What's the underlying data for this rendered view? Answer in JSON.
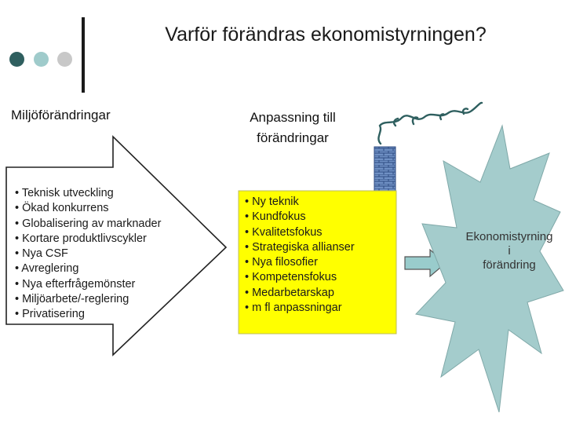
{
  "title": "Varför förändras ekonomistyrningen?",
  "colors": {
    "dot1": "#2f5f5f",
    "dot2": "#9fcbcb",
    "dot3": "#c8c8c8",
    "box_fill": "#ffff00",
    "burst_fill": "#a4cccc",
    "arrow_fill": "#99cccc",
    "chimney": "#5a7db5"
  },
  "left": {
    "heading": "Miljöförändringar",
    "items": [
      "• Teknisk utveckling",
      "• Ökad konkurrens",
      "• Globalisering av marknader",
      "• Kortare produktlivscykler",
      "• Nya CSF",
      "• Avreglering",
      "• Nya efterfrågemönster",
      "• Miljöarbete/-reglering",
      "• Privatisering"
    ]
  },
  "middle": {
    "heading_line1": "Anpassning till",
    "heading_line2": "förändringar",
    "items": [
      "• Ny teknik",
      "• Kundfokus",
      "• Kvalitetsfokus",
      "• Strategiska allianser",
      "• Nya filosofier",
      "• Kompetensfokus",
      "• Medarbetarskap",
      "• m fl anpassningar"
    ]
  },
  "right": {
    "line1": "Ekonomistyrning",
    "line2": "i",
    "line3": "förändring"
  },
  "icons": {
    "chimney": "brick-chimney-icon",
    "smoke": "smoke-icon",
    "arrow": "right-arrow-icon"
  }
}
